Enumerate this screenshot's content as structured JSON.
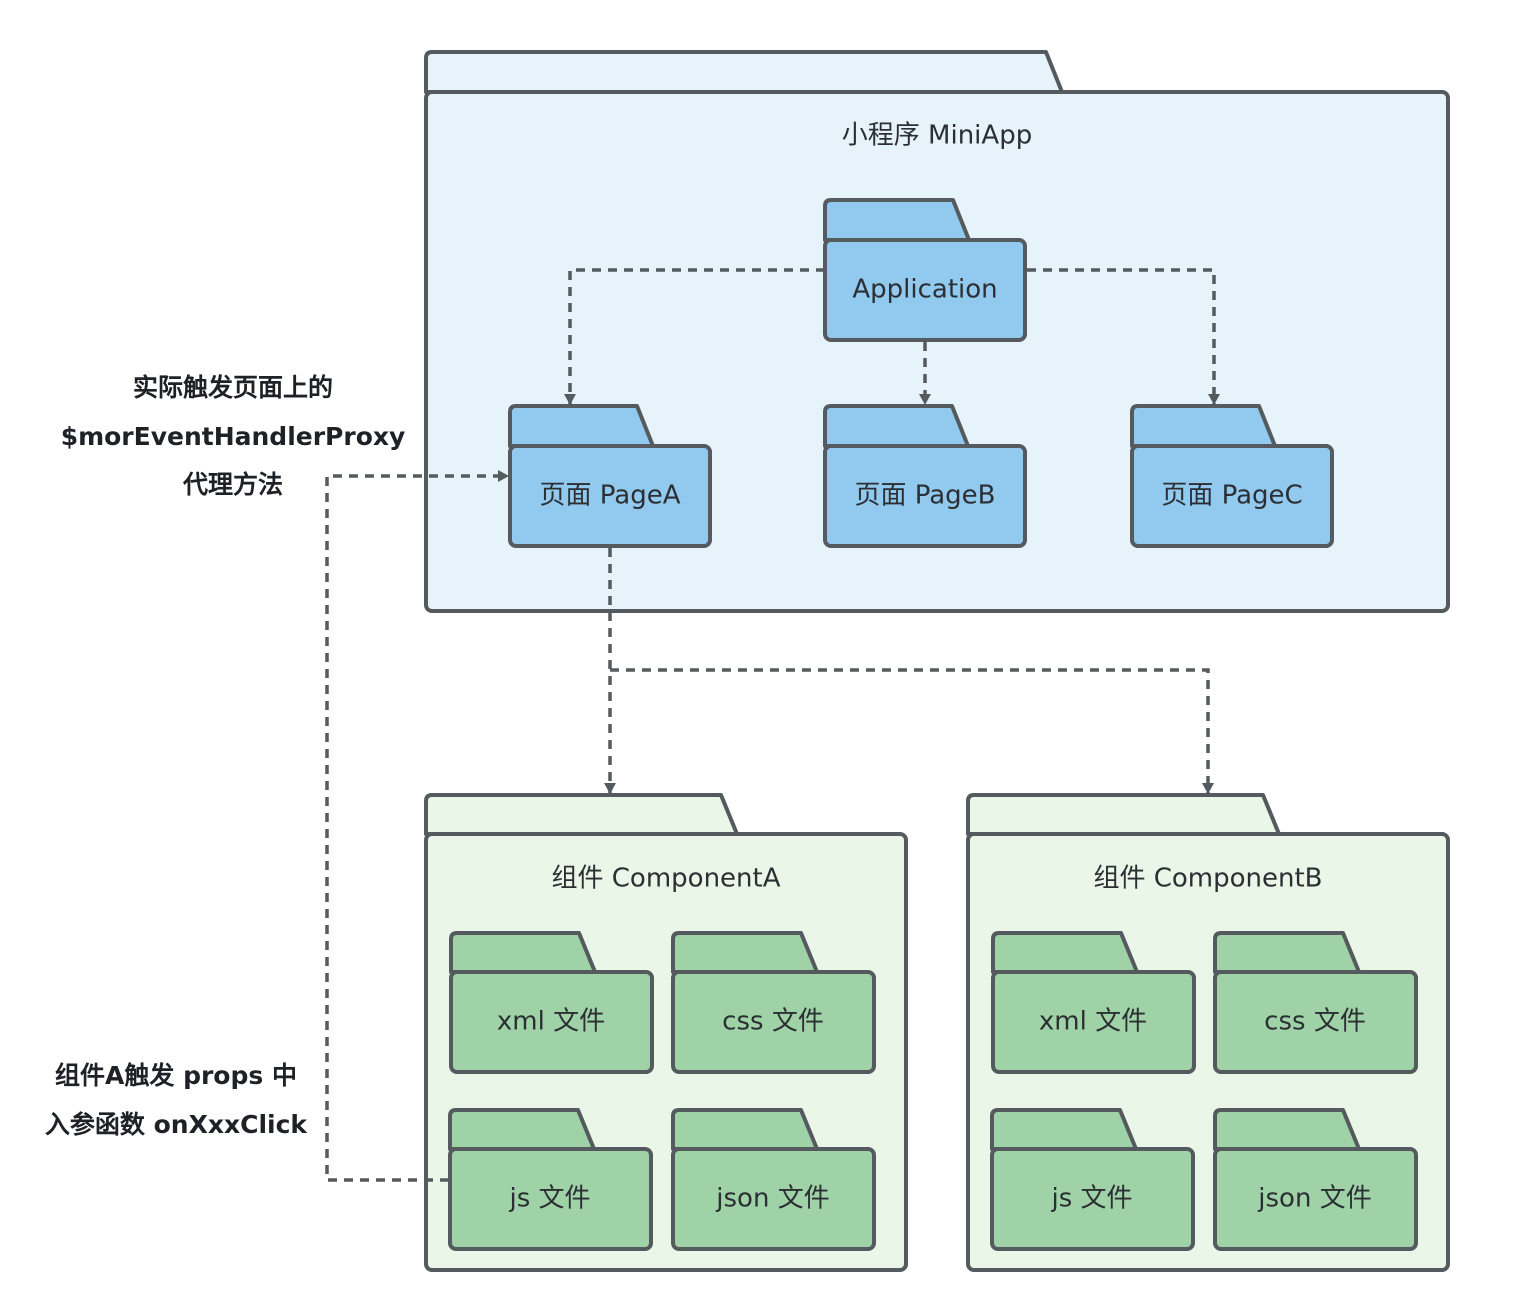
{
  "colors": {
    "outline": "#555a5e",
    "miniapp_fill": "#e6f3fa",
    "page_fill": "#92c9ee",
    "component_fill": "#eaf6e7",
    "file_fill": "#9fd3a7",
    "arrow": "#555a5e"
  },
  "miniapp": {
    "title": "小程序 MiniApp",
    "application": "Application",
    "pages": [
      "页面 PageA",
      "页面 PageB",
      "页面 PageC"
    ]
  },
  "components": [
    {
      "title": "组件 ComponentA",
      "files": [
        "xml 文件",
        "css 文件",
        "js 文件",
        "json 文件"
      ]
    },
    {
      "title": "组件 ComponentB",
      "files": [
        "xml 文件",
        "css 文件",
        "js 文件",
        "json 文件"
      ]
    }
  ],
  "notes": {
    "proxy": [
      "实际触发页面上的",
      "$morEventHandlerProxy",
      "代理方法"
    ],
    "trigger": [
      "组件A触发 props 中",
      "入参函数 onXxxClick"
    ]
  }
}
